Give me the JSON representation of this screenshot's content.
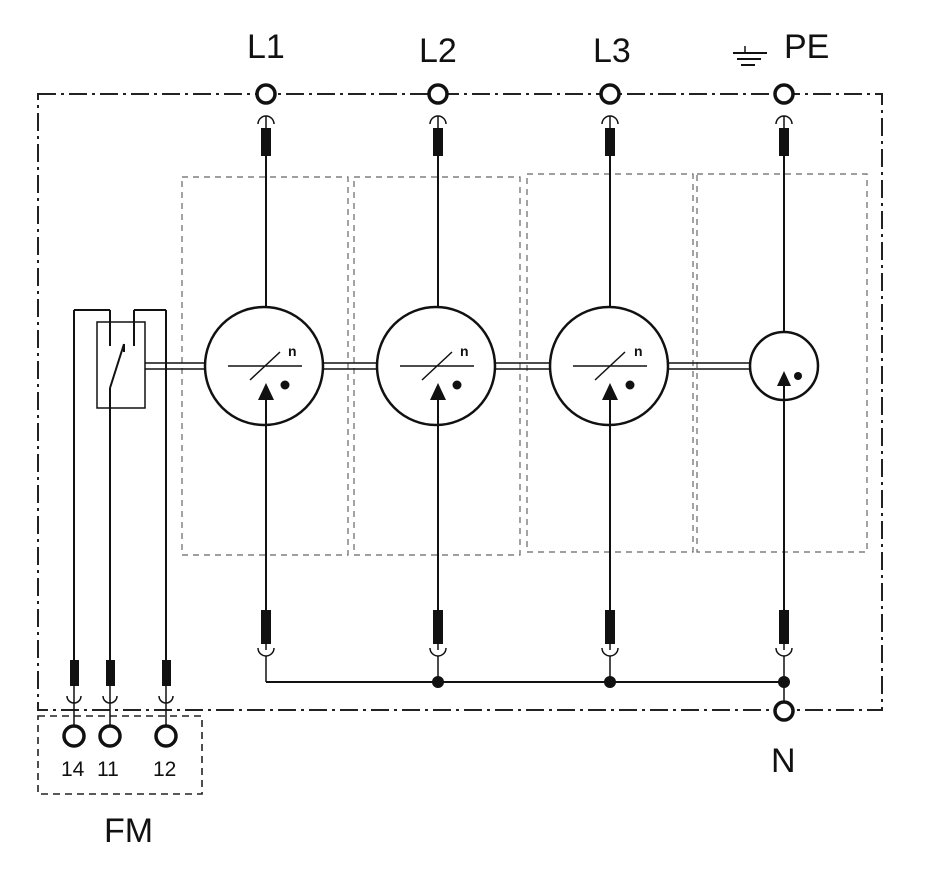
{
  "terminals_top": [
    {
      "label": "L1"
    },
    {
      "label": "L2"
    },
    {
      "label": "L3"
    },
    {
      "label": "PE"
    }
  ],
  "terminal_bottom": {
    "label": "N"
  },
  "fm": {
    "label": "FM",
    "contacts": [
      "14",
      "11",
      "12"
    ]
  },
  "spd_modules": [
    {
      "type": "varistor",
      "count_label": "n"
    },
    {
      "type": "varistor",
      "count_label": "n"
    },
    {
      "type": "varistor",
      "count_label": "n"
    },
    {
      "type": "spark-gap"
    }
  ],
  "icons": {
    "earth": "ground-symbol-icon"
  }
}
